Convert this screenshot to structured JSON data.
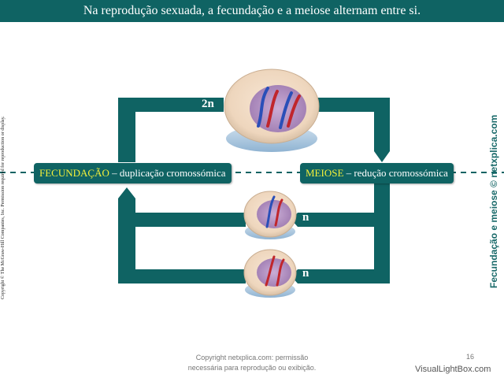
{
  "title": "Na reprodução sexuada, a fecundação e a meiose alternam entre si.",
  "labels": {
    "diploid": "2n",
    "haploid_top": "n",
    "haploid_bottom": "n"
  },
  "fecundacao": {
    "keyword": "FECUNDAÇÃO",
    "description": " – duplicação cromossómica"
  },
  "meiose": {
    "keyword": "MEIOSE",
    "description": " – redução cromossómica"
  },
  "side_copyright": "Copyright © The McGraw-Hill Companies, Inc. Permission required for reproduction or display.",
  "side_brand": "Fecundação e meiose © netxplica.com",
  "footer": {
    "line1": "Copyright netxplica.com: permissão",
    "line2": "necessária para reprodução ou exibição.",
    "page": "16"
  },
  "watermark": "VisualLightBox.com",
  "colors": {
    "teal": "#0f6363",
    "keyword": "#f3ef3a",
    "chromosome_red": "#c0262c",
    "chromosome_blue": "#2a4fb8",
    "nucleus": "#a87fbf"
  }
}
